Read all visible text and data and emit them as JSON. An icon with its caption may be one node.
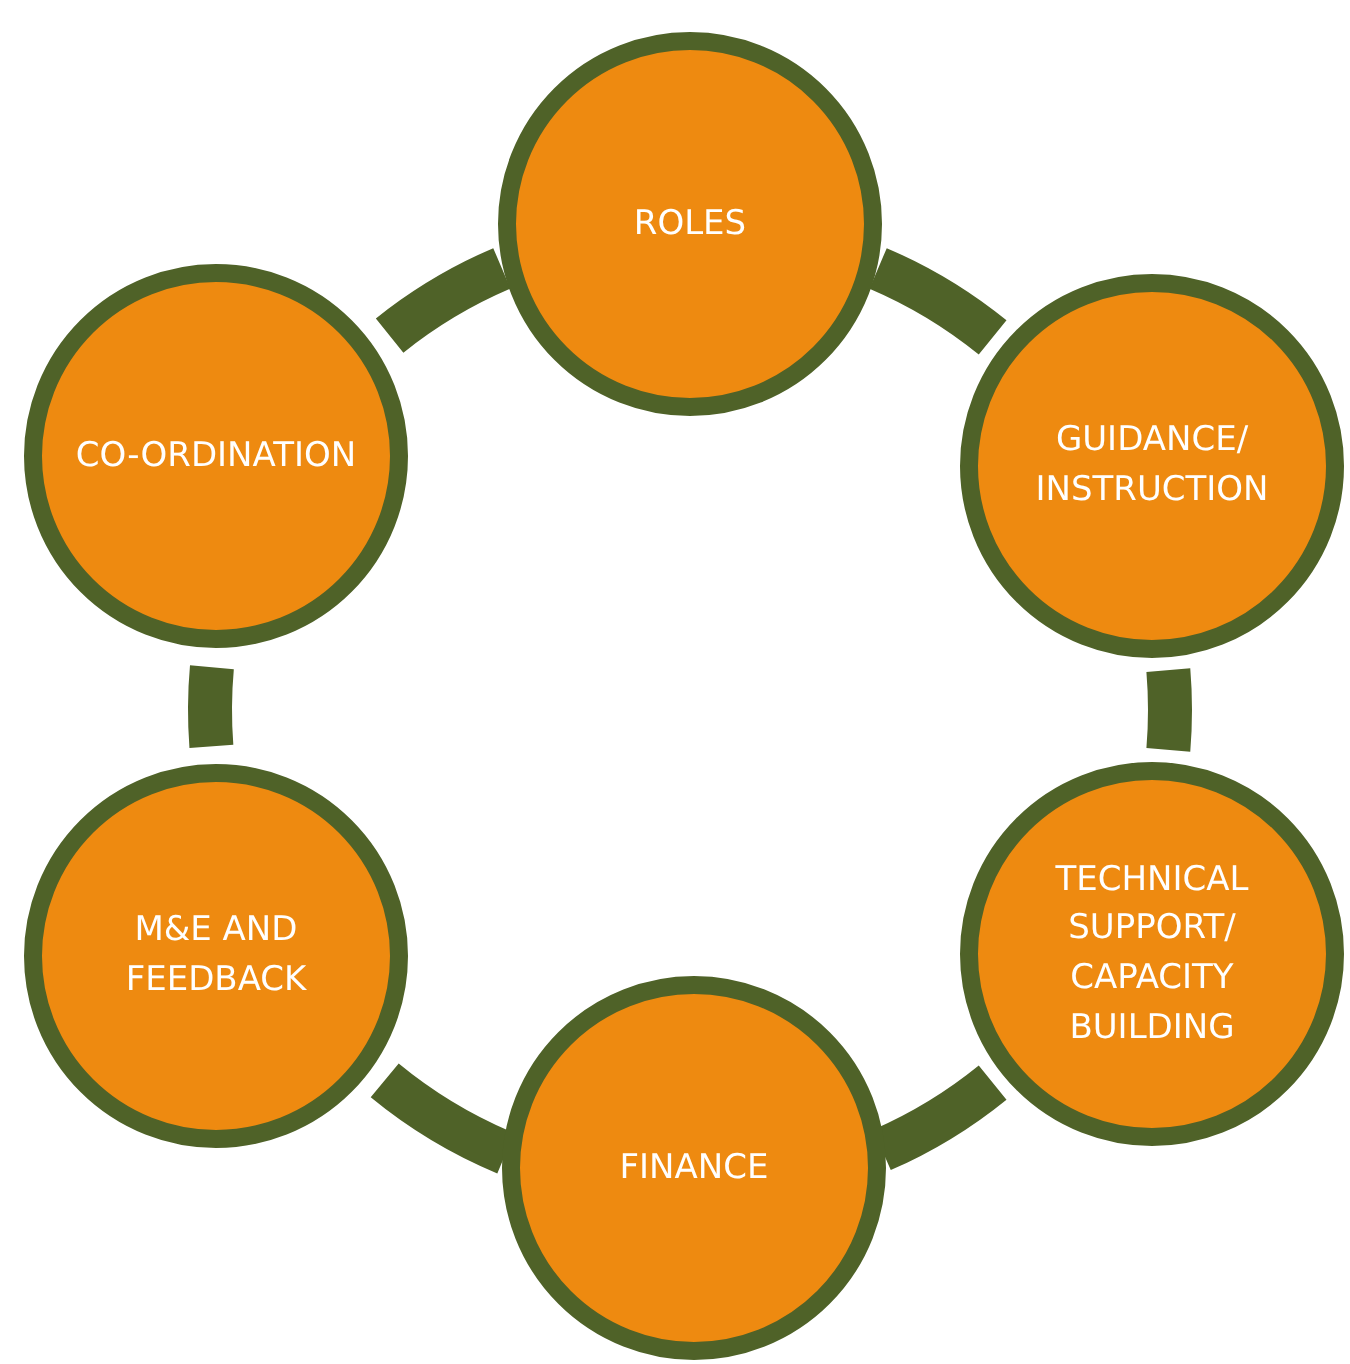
{
  "diagram": {
    "nodes": [
      {
        "text": [
          "ROLES"
        ]
      },
      {
        "text": [
          "GUIDANCE/ INSTRUCTION"
        ]
      },
      {
        "text": [
          "TECHNICAL SUPPORT/ CAPACITY BUILDING"
        ]
      },
      {
        "text": [
          "FINANCE"
        ]
      },
      {
        "text": [
          "M&E AND FEEDBACK"
        ]
      },
      {
        "text": [
          "CO-ORDINATION"
        ]
      }
    ],
    "edges": [
      {
        "from": 0,
        "to": 1,
        "arrow": "none"
      },
      {
        "from": 1,
        "to": 2,
        "arrow": "none"
      },
      {
        "from": 2,
        "to": 3,
        "arrow": "none"
      },
      {
        "from": 3,
        "to": 4,
        "arrow": "none"
      },
      {
        "from": 4,
        "to": 5,
        "arrow": "none"
      },
      {
        "from": 5,
        "to": 0,
        "arrow": "none"
      }
    ]
  }
}
